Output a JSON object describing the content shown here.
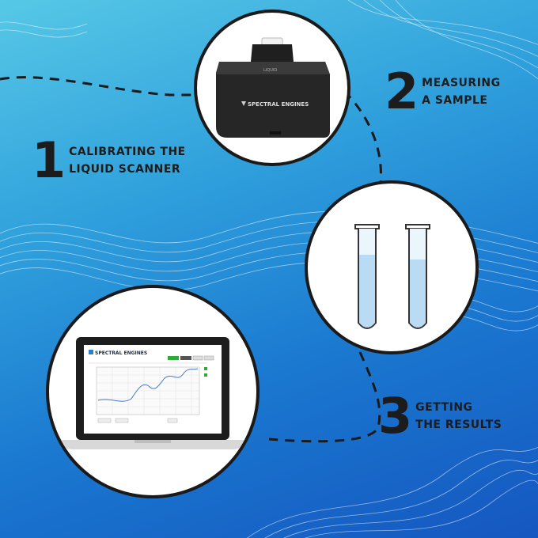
{
  "steps": [
    {
      "number": "1",
      "line1": "CALIBRATING THE",
      "line2": "LIQUID SCANNER"
    },
    {
      "number": "2",
      "line1": "MEASURING",
      "line2": "A SAMPLE"
    },
    {
      "number": "3",
      "line1": "GETTING",
      "line2": "THE RESULTS"
    }
  ],
  "device": {
    "brand": "SPECTRAL ENGINES",
    "port_label": "LIQUID"
  },
  "laptop_screen": {
    "brand": "SPECTRAL ENGINES"
  },
  "colors": {
    "ring": "#1a1a1a",
    "liquid": "#b9dcf4",
    "device": "#2a2a2a",
    "accent_green": "#2eaa3a",
    "accent_red": "#d9302c"
  },
  "icons": [
    "scanner-device-icon",
    "test-tube-icon",
    "laptop-icon"
  ]
}
